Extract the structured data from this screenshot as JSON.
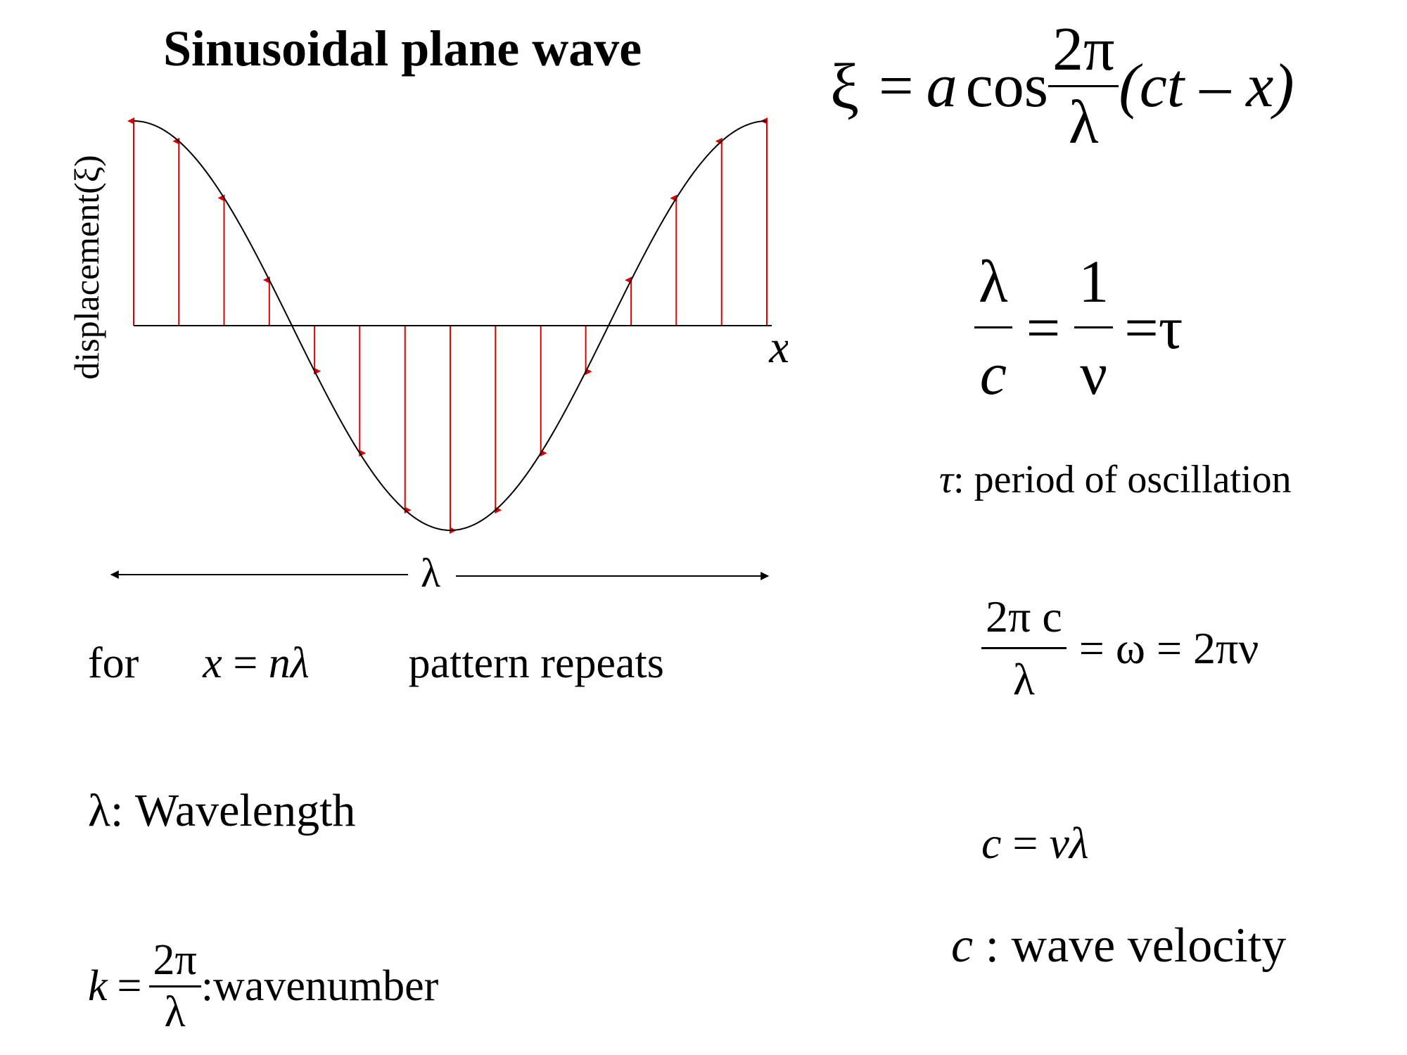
{
  "title": "Sinusoidal plane wave",
  "figure": {
    "y_axis_label": "displacement(ξ)",
    "x_axis_label": "x",
    "wavelength_label": "λ",
    "curve": "cosine",
    "arrow_color": "#dd0000",
    "curve_color": "#000000"
  },
  "left_notes": {
    "repeat_for": "for",
    "repeat_condition_lhs": "x",
    "repeat_condition_eq": "=",
    "repeat_condition_rhs": "nλ",
    "repeat_text": "pattern repeats",
    "wavelength_sym": "λ",
    "wavelength_def": ": Wavelength",
    "k_sym": "k",
    "k_eq": "=",
    "k_num": "2π",
    "k_den": "λ",
    "k_def": ":wavenumber"
  },
  "equations": {
    "main": {
      "xi": "ξ",
      "eq": "=",
      "a": "a",
      "cos": "cos",
      "num": "2π",
      "den": "λ",
      "paren": "(ct – x)"
    },
    "second": {
      "num1": "λ",
      "den1": "c",
      "eq1": "=",
      "num2": "1",
      "den2": "ν",
      "eq2": "=τ"
    },
    "tau_sym": "τ",
    "tau_def": ": period of oscillation",
    "third": {
      "num": "2π c",
      "den": "λ",
      "rest": "= ω = 2πν"
    },
    "fourth": {
      "lhs": "c",
      "eq": "=",
      "rhs": "vλ"
    },
    "velocity_sym": "c",
    "velocity_def": " : wave velocity"
  }
}
